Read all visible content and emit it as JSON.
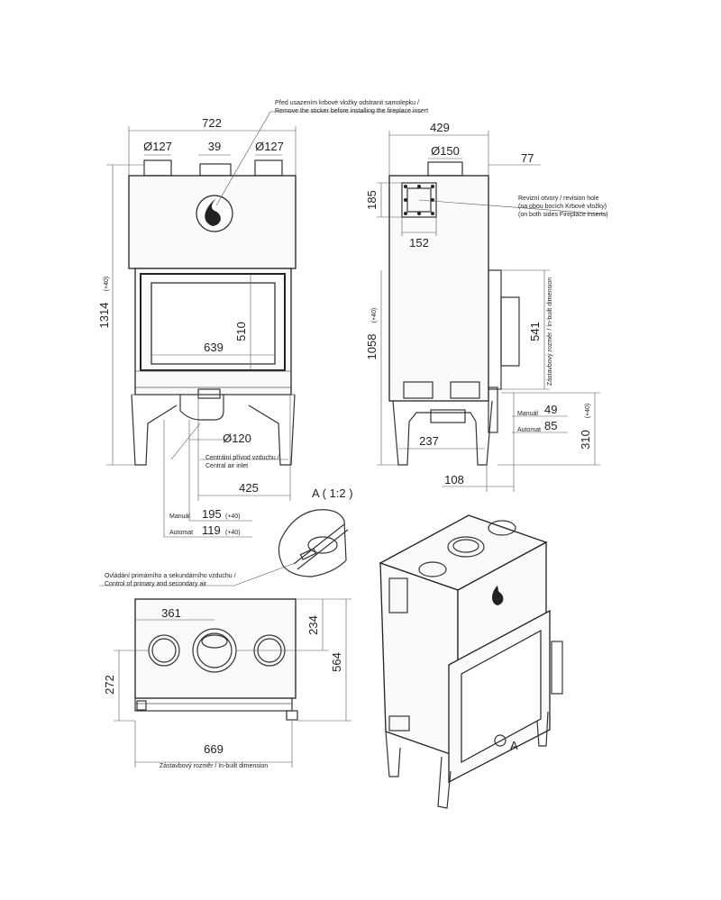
{
  "notes": {
    "sticker_cz": "Před usazením krbové vložky odstranit samolepku /",
    "sticker_en": "Remove the sticker before installing the fireplace insert",
    "revision_1": "Revizní otvory / revision hole",
    "revision_2": "(na obou bocích Krbové vložky)",
    "revision_3": "(on both sides Fireplace inserts)",
    "air_inlet_cz": "Centrální přívod vzduchu /",
    "air_inlet_en": "Central air inlet",
    "control_cz": "Ovládání primárního a sekundárního vzduchu /",
    "control_en": "Control of primary and secondary air",
    "inbuilt_side": "Zástavbový rozměr / In-built dimension",
    "inbuilt_top": "Zástavbový rozměr / In-built dimension",
    "detail": "A ( 1:2 )",
    "marker_a": "A"
  },
  "front": {
    "width": "722",
    "d1": "Ø127",
    "spacing": "39",
    "d2": "Ø127",
    "height": "1314",
    "height_tol": "(+40)",
    "glass_h": "510",
    "glass_w": "639",
    "inlet_d": "Ø120",
    "inlet_offset": "425",
    "manual_label": "Manuál",
    "manual_val": "195",
    "manual_tol": "(+40)",
    "auto_label": "Automat",
    "auto_val": "119",
    "auto_tol": "(+40)"
  },
  "side": {
    "depth": "429",
    "flue_d": "Ø150",
    "offset_77": "77",
    "hole_h": "185",
    "hole_w": "152",
    "height": "1058",
    "height_tol": "(+40)",
    "door_h": "541",
    "base": "237",
    "foot": "108",
    "manual_label": "Manuál",
    "manual_val": "49",
    "auto_label": "Automat",
    "auto_val": "85",
    "floor_h": "310",
    "floor_tol": "(+40)"
  },
  "top": {
    "dist": "361",
    "depth_back": "234",
    "depth_total": "564",
    "left_off": "272",
    "width": "669"
  }
}
